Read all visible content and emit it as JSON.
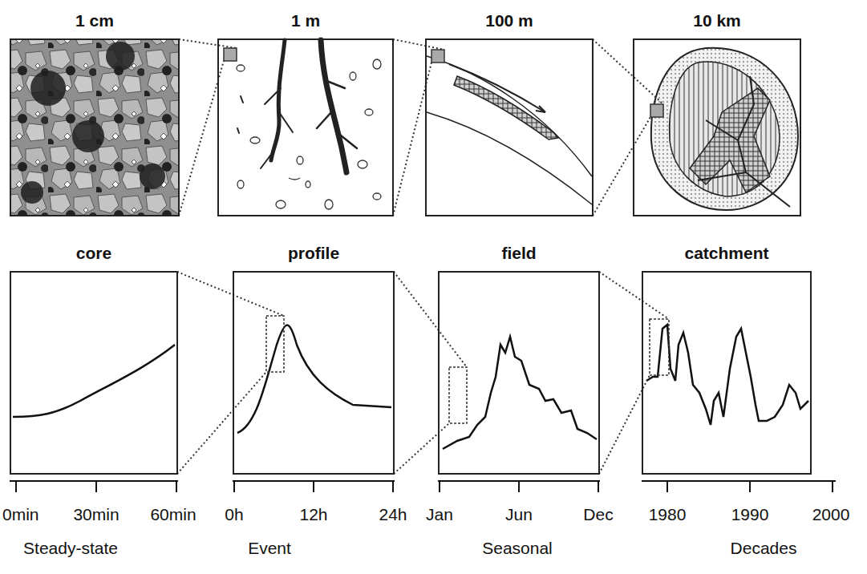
{
  "diagram": {
    "nodes": [
      {
        "text": [
          "1 cm"
        ]
      },
      {
        "text": [
          "1 m"
        ]
      },
      {
        "text": [
          "100 m"
        ]
      },
      {
        "text": [
          "10 km"
        ]
      },
      {
        "text": [
          "core"
        ]
      },
      {
        "text": [
          "profile"
        ]
      },
      {
        "text": [
          "field"
        ]
      },
      {
        "text": [
          "catchment"
        ]
      }
    ],
    "edges": [
      {
        "from": 0,
        "to": 1,
        "arrow": "none"
      },
      {
        "from": 1,
        "to": 2,
        "arrow": "none"
      },
      {
        "from": 2,
        "to": 3,
        "arrow": "none"
      },
      {
        "from": 4,
        "to": 5,
        "arrow": "none"
      },
      {
        "from": 5,
        "to": 6,
        "arrow": "none"
      },
      {
        "from": 6,
        "to": 7,
        "arrow": "none"
      }
    ],
    "labels": [
      "0min",
      "30min",
      "60min",
      "Steady-state",
      "0h",
      "12h",
      "24h",
      "Event",
      "Jan",
      "Jun",
      "Dec",
      "Seasonal",
      "1980",
      "1990",
      "2000",
      "Decades"
    ]
  }
}
